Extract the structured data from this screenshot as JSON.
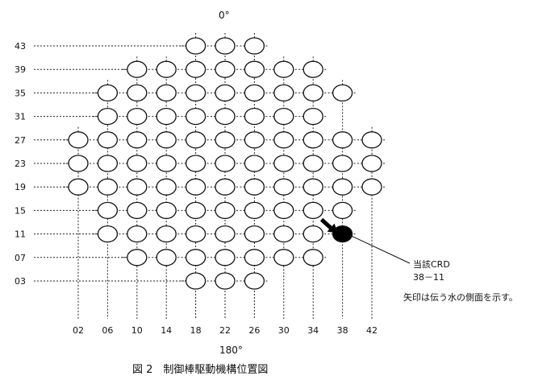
{
  "diagram": {
    "top_label": "0°",
    "bottom_label": "180°",
    "row_labels": [
      "43",
      "39",
      "35",
      "31",
      "27",
      "23",
      "19",
      "15",
      "11",
      "07",
      "03"
    ],
    "column_labels": [
      "02",
      "06",
      "10",
      "14",
      "18",
      "22",
      "26",
      "30",
      "34",
      "38",
      "42"
    ],
    "grid": {
      "43": [
        "18",
        "22",
        "26"
      ],
      "39": [
        "10",
        "14",
        "18",
        "22",
        "26",
        "30",
        "34"
      ],
      "35": [
        "06",
        "10",
        "14",
        "18",
        "22",
        "26",
        "30",
        "34",
        "38"
      ],
      "31": [
        "06",
        "10",
        "14",
        "18",
        "22",
        "26",
        "30",
        "34"
      ],
      "27": [
        "02",
        "06",
        "10",
        "14",
        "18",
        "22",
        "26",
        "30",
        "34",
        "38",
        "42"
      ],
      "23": [
        "02",
        "06",
        "10",
        "14",
        "18",
        "22",
        "26",
        "30",
        "34",
        "38",
        "42"
      ],
      "19": [
        "02",
        "06",
        "10",
        "14",
        "18",
        "22",
        "26",
        "30",
        "34",
        "38",
        "42"
      ],
      "15": [
        "06",
        "10",
        "14",
        "18",
        "22",
        "26",
        "30",
        "34",
        "38"
      ],
      "11": [
        "06",
        "10",
        "14",
        "18",
        "22",
        "26",
        "30",
        "34",
        "38"
      ],
      "07": [
        "10",
        "14",
        "18",
        "22",
        "26",
        "30",
        "34"
      ],
      "03": [
        "18",
        "22",
        "26"
      ]
    },
    "highlight": {
      "row": "11",
      "column": "38"
    },
    "annotation_line1": "当該CRD",
    "annotation_line2": "38－11",
    "arrow_note": "矢印は伝う水の側面を示す。"
  },
  "caption": "図 2　制御棒駆動機構位置図"
}
